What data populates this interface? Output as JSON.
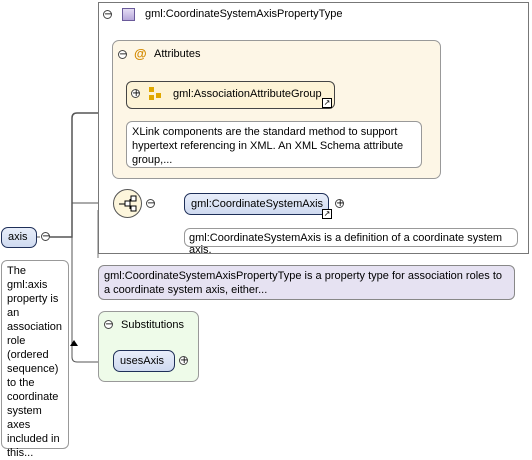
{
  "complex_type": {
    "name": "gml:CoordinateSystemAxisPropertyType",
    "description": "gml:CoordinateSystemAxisPropertyType is a property type for association roles to a coordinate system axis, either..."
  },
  "attributes": {
    "header": "Attributes",
    "group_name": "gml:AssociationAttributeGroup",
    "group_description": "XLink components are the standard method to support hypertext referencing in XML. An XML Schema attribute group,..."
  },
  "sequence_child": {
    "name": "gml:CoordinateSystemAxis",
    "description": "gml:CoordinateSystemAxis is a definition of a coordinate system axis."
  },
  "root_element": {
    "name": "axis",
    "description": "The gml:axis property is an association role (ordered sequence) to the coordinate system axes included in this..."
  },
  "substitutions": {
    "header": "Substitutions",
    "item": "usesAxis"
  },
  "glyphs": {
    "collapse": "−",
    "expand": "+",
    "at": "@",
    "link": "↗"
  },
  "colors": {
    "element_fill": "#d5e0f5",
    "attributes_fill": "#fdf6e6",
    "substitutions_fill": "#eefbe9",
    "type_desc_fill": "#e6e2f2",
    "connector": "#555555"
  }
}
